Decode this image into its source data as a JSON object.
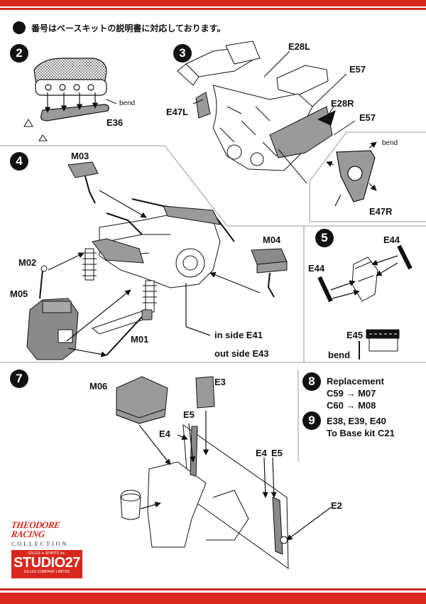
{
  "colors": {
    "accent": "#d8281d",
    "ink": "#111111",
    "part_gray": "#8a8a8a",
    "panel_gray": "#9a9a9a"
  },
  "header_note": "番号はベースキットの説明書に対応しております。",
  "steps": {
    "s2": {
      "number": "2",
      "labels": {
        "e36": "E36",
        "bend": "bend"
      }
    },
    "s3": {
      "number": "3",
      "labels": {
        "e28l": "E28L",
        "e57a": "E57",
        "e28r": "E28R",
        "e57b": "E57",
        "e47l": "E47L",
        "bend": "bend",
        "e47r": "E47R"
      }
    },
    "s4": {
      "number": "4",
      "labels": {
        "m03": "M03",
        "m02": "M02",
        "m05": "M05",
        "m01": "M01",
        "m04": "M04",
        "inside": "in side E41",
        "outside": "out side E43"
      }
    },
    "s5": {
      "number": "5",
      "labels": {
        "e44a": "E44",
        "e44b": "E44",
        "e45": "E45",
        "bend": "bend"
      }
    },
    "s7": {
      "number": "7",
      "labels": {
        "m06": "M06",
        "e3": "E3",
        "e5a": "E5",
        "e4a": "E4",
        "e4b": "E4",
        "e5b": "E5",
        "e2": "E2"
      }
    },
    "s8": {
      "number": "8",
      "lines": [
        "Replacement",
        "C59 → M07",
        "C60 → M08"
      ]
    },
    "s9": {
      "number": "9",
      "lines": [
        "E38, E39, E40",
        "To Base kit C21"
      ]
    }
  },
  "logo": {
    "brand_line1": "THEODORE",
    "brand_line2": "RACING",
    "collection": "COLLECTION",
    "studio_top": "GILLES ✦ SPIRITS Inc.",
    "studio_name": "STUDIO27",
    "studio_bottom": "GILLES COMPANY LIMITED"
  }
}
